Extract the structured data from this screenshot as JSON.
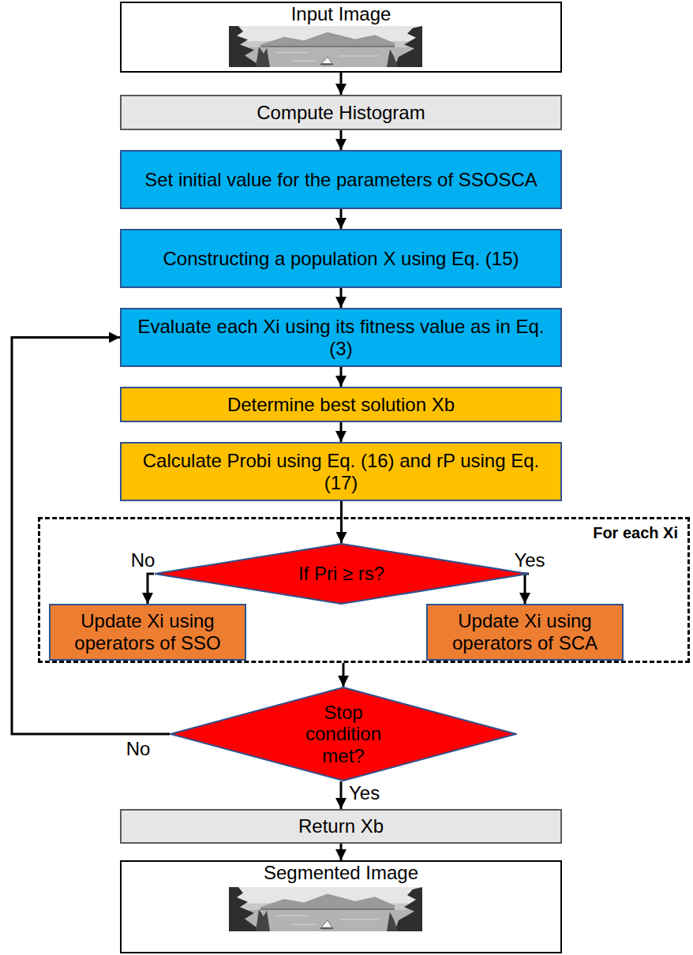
{
  "diagram": {
    "nodes": [
      {
        "text": [
          "Input Image"
        ]
      },
      {
        "text": [
          "Compute Histogram"
        ]
      },
      {
        "text": [
          "Set initial value for the parameters of SSOSCA"
        ]
      },
      {
        "text": [
          "Constructing a population X using Eq. (15)"
        ]
      },
      {
        "text": [
          "Evaluate each Xi using its fitness value as in Eq. (3)"
        ]
      },
      {
        "text": [
          "Determine best solution Xb"
        ]
      },
      {
        "text": [
          "Calculate Probi using Eq. (16) and rP using Eq. (17)"
        ]
      },
      {
        "text": [
          "For each Xi"
        ]
      },
      {
        "text": [
          "If Pri ≥ rs?"
        ],
        "in": 7
      },
      {
        "text": [
          "Update Xi using operators of SSO"
        ],
        "in": 7
      },
      {
        "text": [
          "Update Xi using operators of SCA"
        ],
        "in": 7
      },
      {
        "text": [
          "Stop condition met?"
        ]
      },
      {
        "text": [
          "Return Xb"
        ]
      },
      {
        "text": [
          "Segmented Image"
        ]
      }
    ],
    "edges": [
      {
        "from": 0,
        "to": 1,
        "arrow": "to"
      },
      {
        "from": 1,
        "to": 2,
        "arrow": "to"
      },
      {
        "from": 2,
        "to": 3,
        "arrow": "to"
      },
      {
        "from": 3,
        "to": 4,
        "arrow": "to"
      },
      {
        "from": 4,
        "to": 5,
        "arrow": "to"
      },
      {
        "from": 5,
        "to": 6,
        "arrow": "to"
      },
      {
        "from": 6,
        "to": 8,
        "arrow": "to"
      },
      {
        "from": 8,
        "to": 9,
        "label": "No",
        "arrow": "to"
      },
      {
        "from": 8,
        "to": 10,
        "label": "Yes",
        "arrow": "to"
      },
      {
        "from": 7,
        "to": 11,
        "arrow": "to"
      },
      {
        "from": 11,
        "to": 4,
        "label": "No",
        "arrow": "to"
      },
      {
        "from": 11,
        "to": 12,
        "label": "Yes",
        "arrow": "to"
      },
      {
        "from": 12,
        "to": 13,
        "arrow": "to"
      }
    ]
  }
}
